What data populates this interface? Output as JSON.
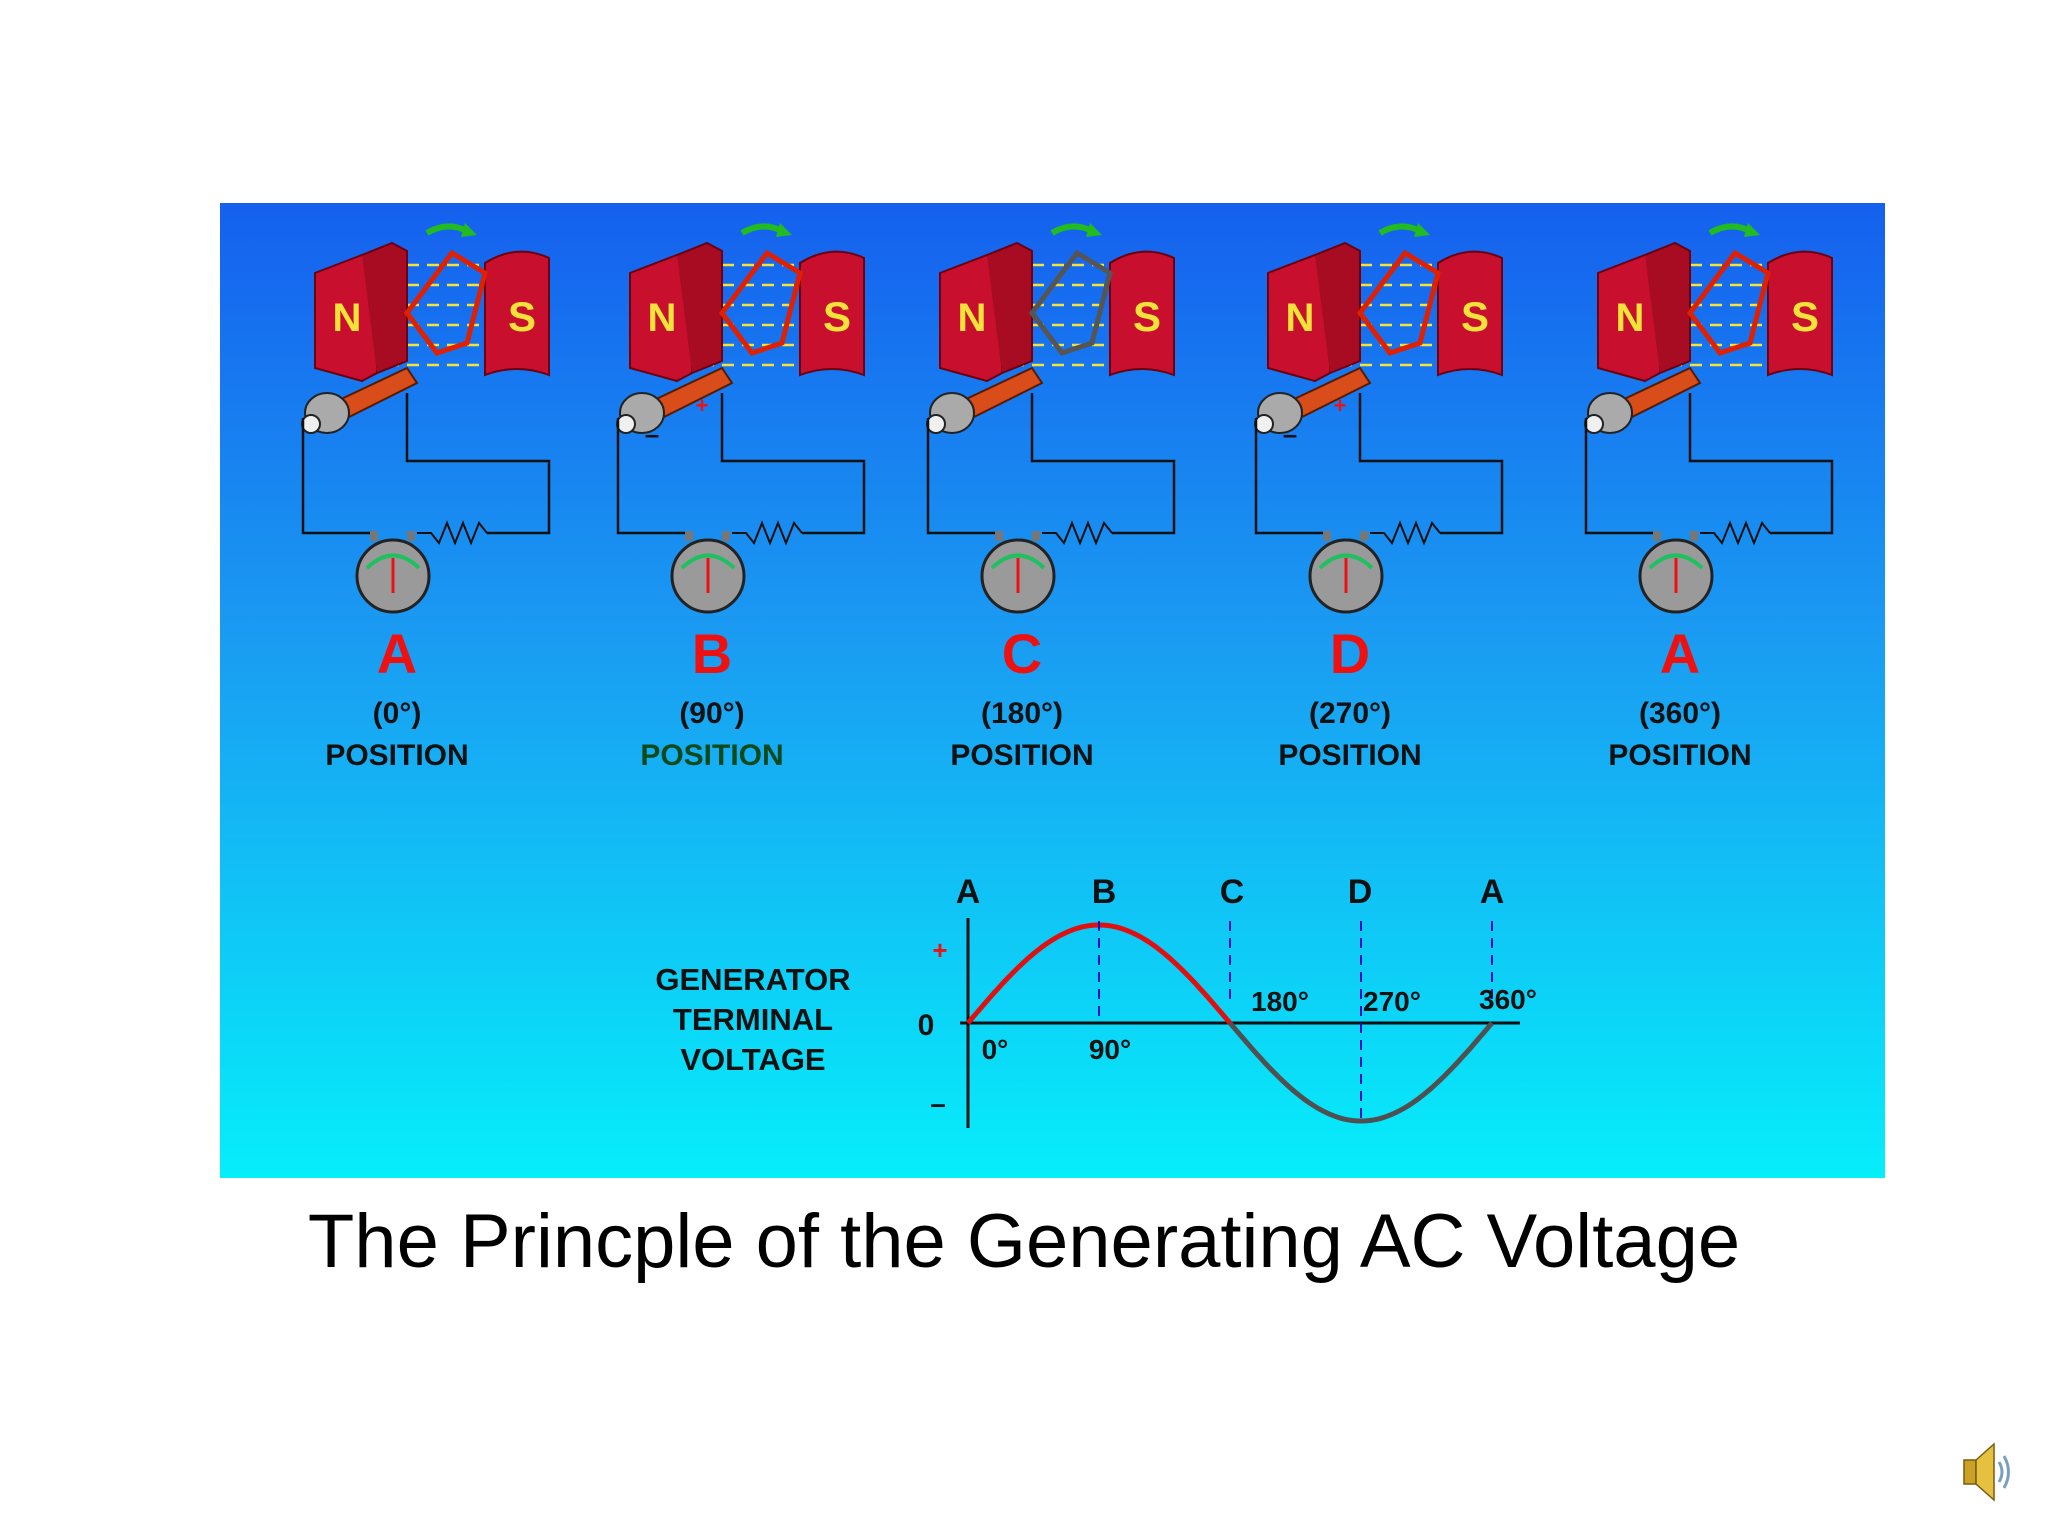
{
  "caption": "The Princple of the Generating AC Voltage",
  "colors": {
    "magnet": "#c8102e",
    "coil_active": "#e02000",
    "coil_idle": "#555555",
    "flux": "#f2e23a",
    "current_arrow": "#f2c200",
    "position_letter": "#ee1111",
    "position_text": "#111111",
    "position_text_highlight": "#0b4a1a",
    "wave_positive": "#e01010",
    "wave_negative": "#505050",
    "marker_line": "#1010cc",
    "rotation_arrow": "#22bb22"
  },
  "positions": [
    {
      "letter": "A",
      "angle": "(0°)",
      "label": "POSITION",
      "coil": "active",
      "plus": "",
      "minus": ""
    },
    {
      "letter": "B",
      "angle": "(90°)",
      "label": "POSITION",
      "coil": "active",
      "plus": "+",
      "minus": "–",
      "highlight_label": true
    },
    {
      "letter": "C",
      "angle": "(180°)",
      "label": "POSITION",
      "coil": "idle",
      "plus": "",
      "minus": ""
    },
    {
      "letter": "D",
      "angle": "(270°)",
      "label": "POSITION",
      "coil": "active",
      "plus": "+",
      "minus": "–"
    },
    {
      "letter": "A",
      "angle": "(360°)",
      "label": "POSITION",
      "coil": "active",
      "plus": "",
      "minus": ""
    }
  ],
  "magnet_labels": {
    "north": "N",
    "south": "S"
  },
  "graph": {
    "title_lines": [
      "GENERATOR",
      "TERMINAL",
      "VOLTAGE"
    ],
    "y_plus": "+",
    "y_zero": "0",
    "y_minus": "–",
    "top_letters": [
      "A",
      "B",
      "C",
      "D",
      "A"
    ],
    "degree_labels": [
      "0°",
      "90°",
      "180°",
      "270°",
      "360°"
    ]
  },
  "speaker_icon": "speaker-icon"
}
